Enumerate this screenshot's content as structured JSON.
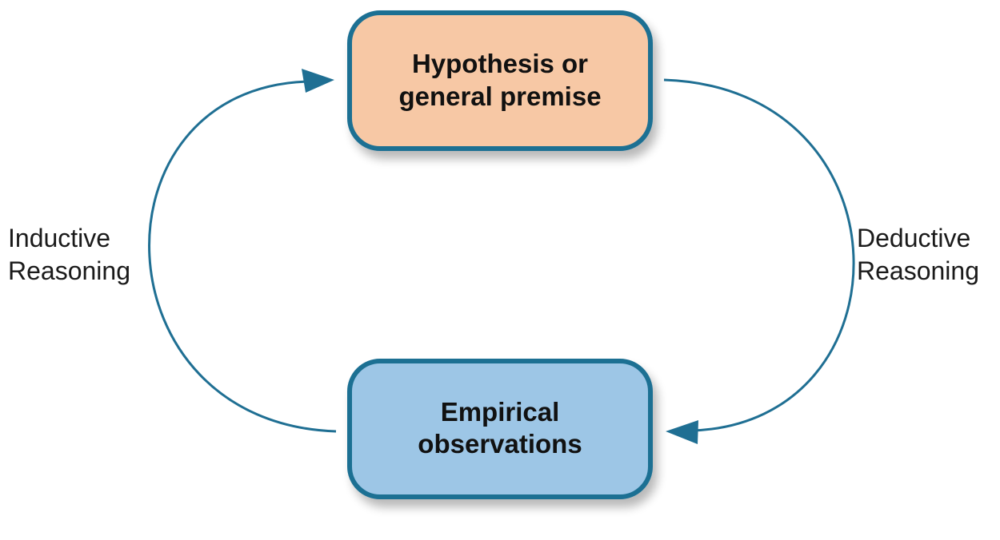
{
  "nodes": {
    "hypothesis": {
      "lines": [
        "Hypothesis or",
        "general premise"
      ]
    },
    "observations": {
      "lines": [
        "Empirical",
        "observations"
      ]
    }
  },
  "edges": {
    "inductive": {
      "lines": [
        "Inductive",
        "Reasoning"
      ]
    },
    "deductive": {
      "lines": [
        "Deductive",
        "Reasoning"
      ]
    }
  },
  "colors": {
    "hypothesis_fill": "#f7c8a5",
    "observations_fill": "#9dc6e6",
    "box_stroke": "#1f6f93",
    "arrow": "#1f6f93",
    "shadow": "#d9d9d9"
  }
}
